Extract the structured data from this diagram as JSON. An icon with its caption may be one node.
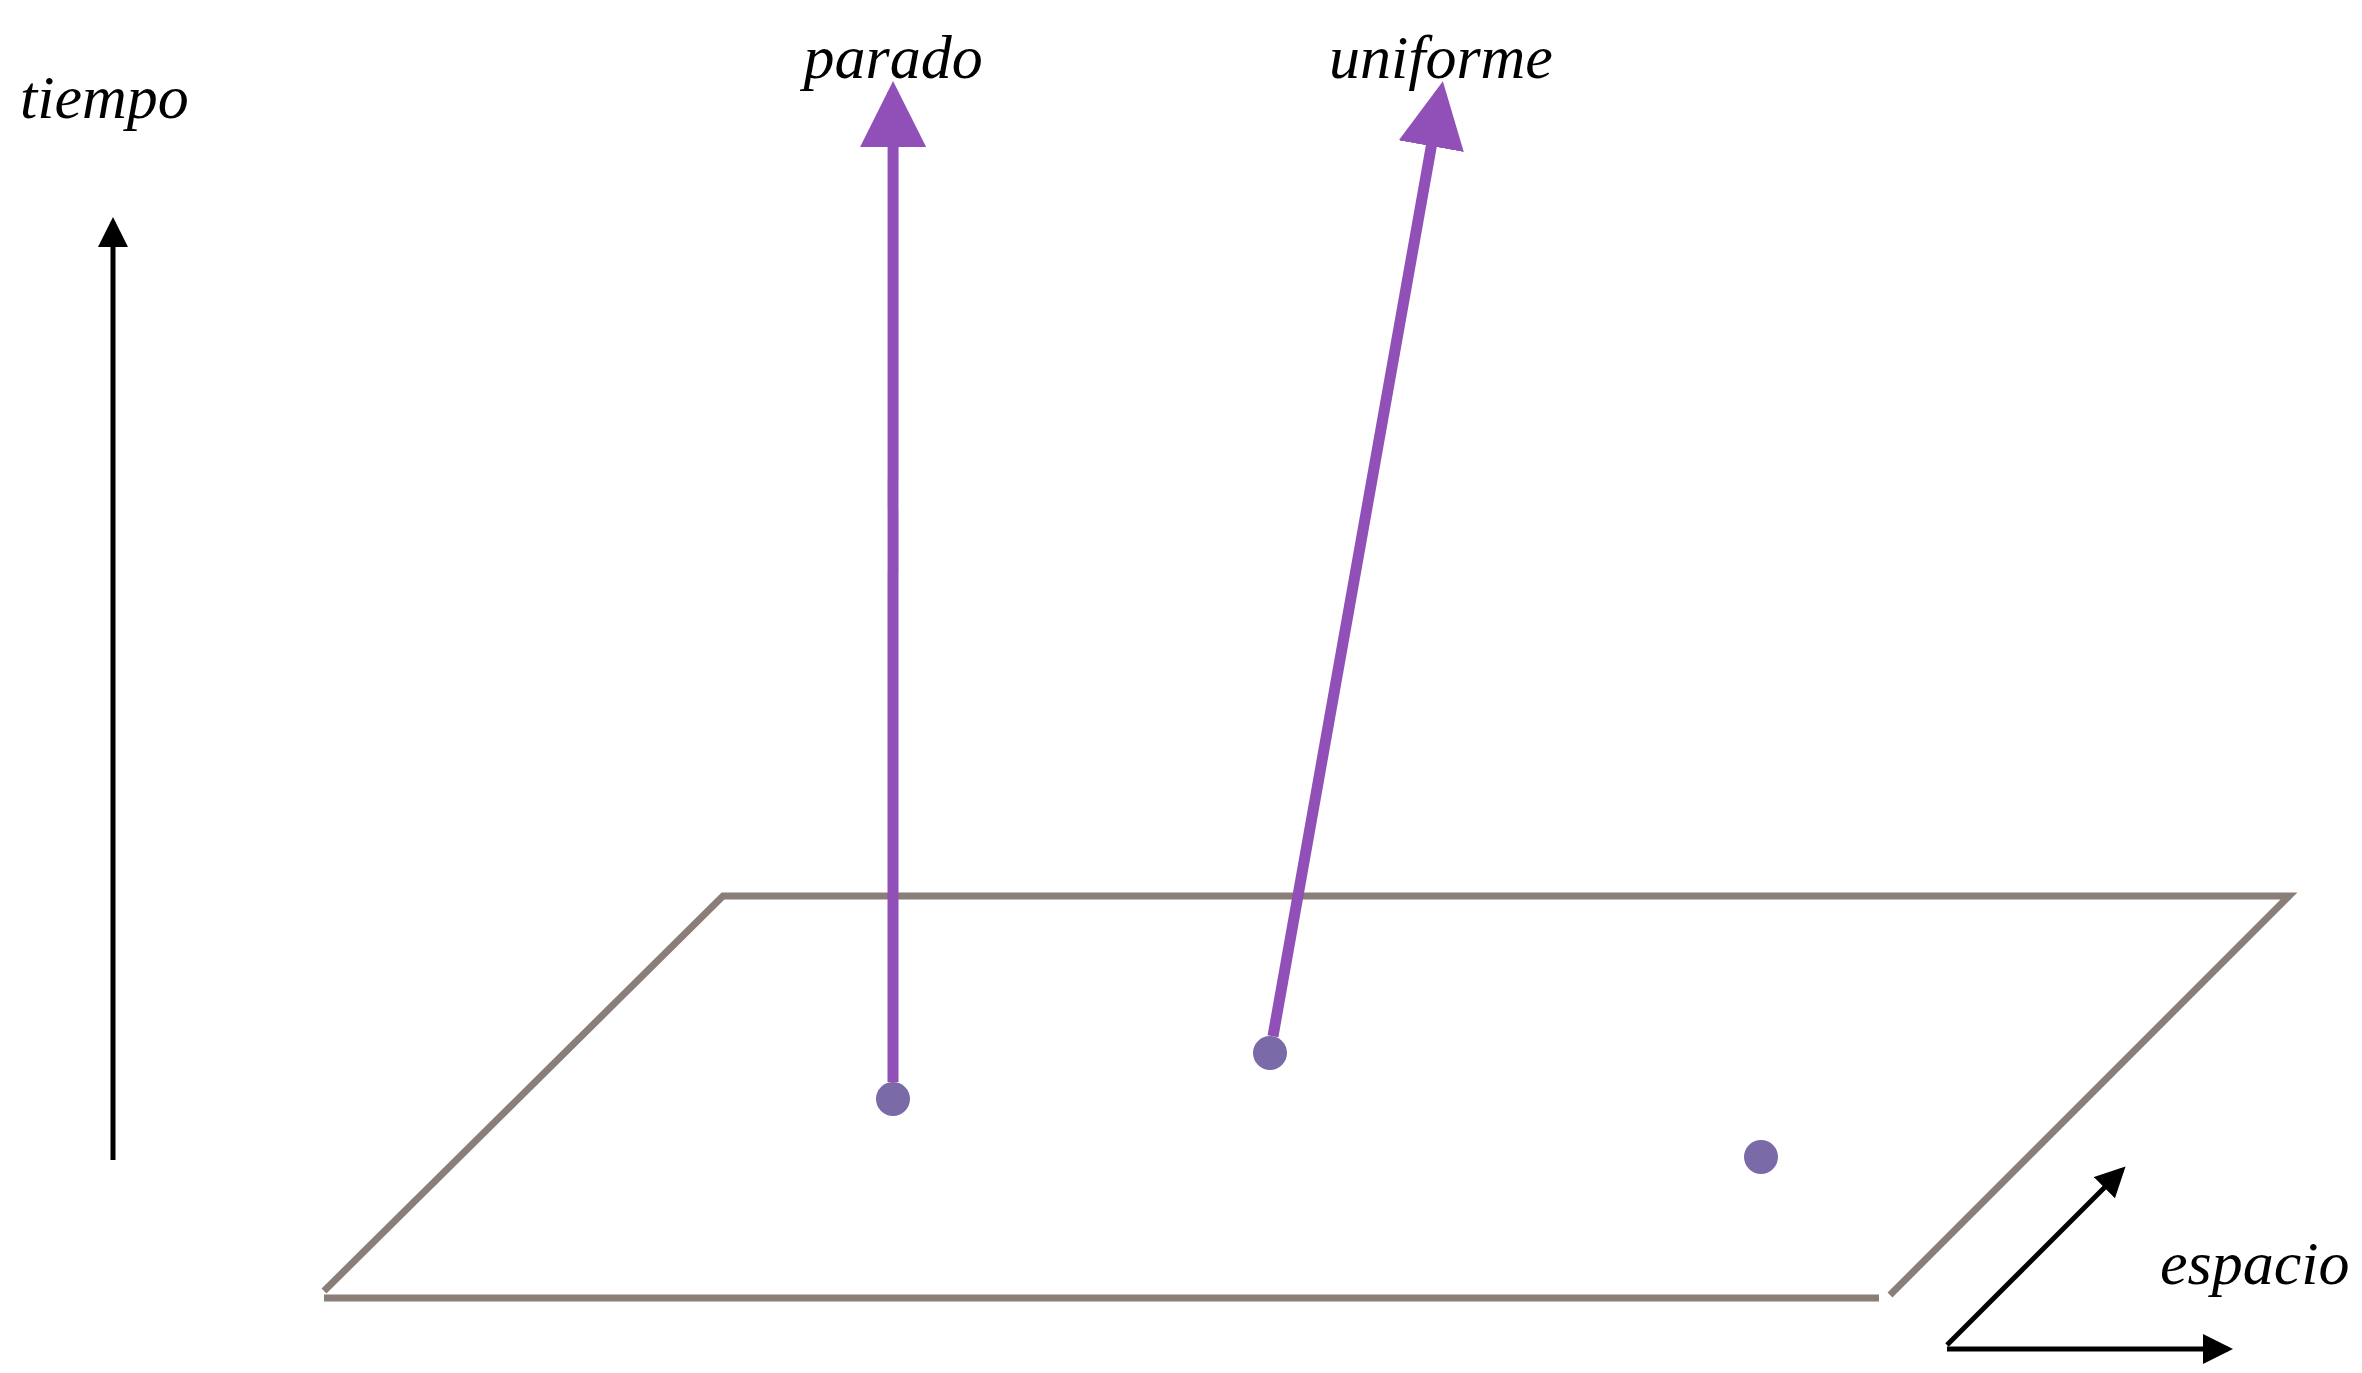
{
  "diagram": {
    "nodes": [
      {
        "text": [],
        "shape": "parallelogram"
      },
      {
        "text": [],
        "shape": "circle",
        "in": 0
      },
      {
        "text": [],
        "shape": "circle",
        "in": 0
      },
      {
        "text": [],
        "shape": "circle",
        "in": 0
      },
      {
        "text": [
          "parado"
        ]
      },
      {
        "text": [
          "uniforme"
        ]
      }
    ],
    "edges": [
      {
        "from": 1,
        "to": 4,
        "arrow": "to"
      },
      {
        "from": 2,
        "to": 5,
        "arrow": "to"
      }
    ],
    "labels": [
      "tiempo",
      "espacio"
    ]
  }
}
